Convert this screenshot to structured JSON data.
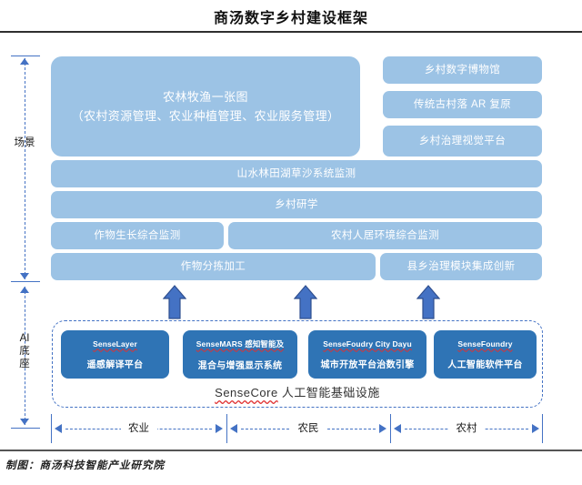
{
  "header": {
    "title": "商汤数字乡村建设框架"
  },
  "axes": {
    "vertical": [
      {
        "label": "场景"
      },
      {
        "label": "AI\n底座",
        "lines": [
          "AI",
          "底",
          "座"
        ]
      }
    ],
    "horizontal": [
      {
        "label": "农业"
      },
      {
        "label": "农民"
      },
      {
        "label": "农村"
      }
    ]
  },
  "scenario": {
    "main_block": "农林牧渔一张图\n（农村资源管理、农业种植管理、农业服务管理）",
    "main_block_line1": "农林牧渔一张图",
    "main_block_line2": "（农村资源管理、农业种植管理、农业服务管理）",
    "right_column": [
      {
        "label": "乡村数字博物馆"
      },
      {
        "label": "传统古村落 AR 复原"
      },
      {
        "label": "乡村治理视觉平台"
      }
    ],
    "full_rows": [
      {
        "label": "山水林田湖草沙系统监测"
      },
      {
        "label": "乡村研学"
      }
    ],
    "split_row_1": [
      {
        "label": "作物生长综合监测"
      },
      {
        "label": "农村人居环境综合监测"
      }
    ],
    "split_row_2": [
      {
        "label": "作物分拣加工"
      },
      {
        "label": "县乡治理模块集成创新"
      }
    ]
  },
  "ai_base": {
    "products": [
      {
        "en": "SenseLayer",
        "cn": "遥感解译平台"
      },
      {
        "en": "SenseMARS 感知智能及",
        "cn": "混合与增强显示系统"
      },
      {
        "en": "SenseFoudry City Dayu",
        "cn": "城市开放平台治数引擎"
      },
      {
        "en": "SenseFoundry",
        "cn": "人工智能软件平台"
      }
    ],
    "caption_brand": "SenseCore",
    "caption_rest": " 人工智能基础设施"
  },
  "footer": {
    "credit": "制图：商汤科技智能产业研究院"
  },
  "colors": {
    "scenario_box": "#9cc3e5",
    "core_box": "#2f74b5",
    "arrow": "#4472c4",
    "squiggle": "#e03030"
  }
}
